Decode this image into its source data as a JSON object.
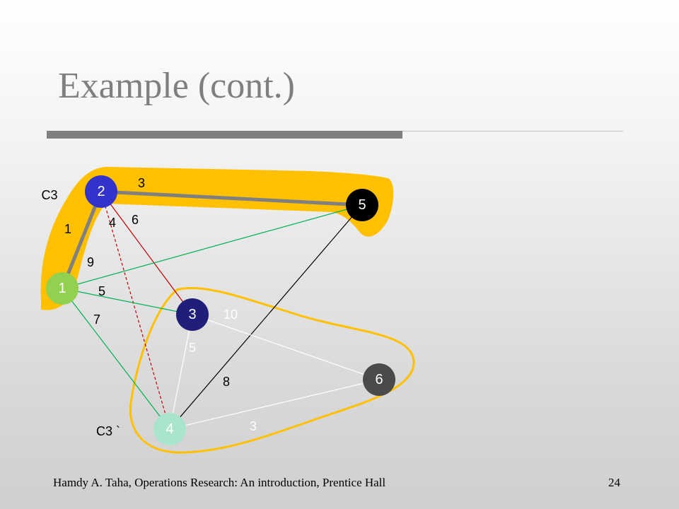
{
  "title": "Example (cont.)",
  "footer": "Hamdy A. Taha, Operations Research: An introduction, Prentice Hall",
  "page_number": "24",
  "cut_labels": {
    "c3": "C3",
    "c3_prime": "C3 `"
  },
  "nodes": [
    {
      "id": "1",
      "color": "#92d050"
    },
    {
      "id": "2",
      "color": "#3333cc"
    },
    {
      "id": "3",
      "color": "#1f1f7a"
    },
    {
      "id": "4",
      "color": "#a9e4cc"
    },
    {
      "id": "5",
      "color": "#000000"
    },
    {
      "id": "6",
      "color": "#4a4a4a"
    }
  ],
  "edges": [
    {
      "from": "1",
      "to": "2",
      "weight": "1",
      "style": "tree"
    },
    {
      "from": "2",
      "to": "5",
      "weight": "3",
      "style": "tree"
    },
    {
      "from": "2",
      "to": "3",
      "weight": "6",
      "style": "red"
    },
    {
      "from": "2",
      "to": "4",
      "weight": "4",
      "style": "red-dashed"
    },
    {
      "from": "1",
      "to": "5",
      "weight": "9",
      "style": "green"
    },
    {
      "from": "1",
      "to": "3",
      "weight": "5",
      "style": "green"
    },
    {
      "from": "1",
      "to": "4",
      "weight": "7",
      "style": "green"
    },
    {
      "from": "5",
      "to": "4",
      "weight": "8",
      "style": "black"
    },
    {
      "from": "3",
      "to": "6",
      "weight": "10",
      "style": "white"
    },
    {
      "from": "3",
      "to": "4",
      "weight": "5",
      "style": "white"
    },
    {
      "from": "4",
      "to": "6",
      "weight": "3",
      "style": "white"
    }
  ],
  "colors": {
    "highlight": "#ffc000",
    "tree_edge": "#808080",
    "red_edge": "#c00000",
    "green_edge": "#00b050",
    "black_edge": "#000000",
    "white_edge": "#ffffff"
  }
}
